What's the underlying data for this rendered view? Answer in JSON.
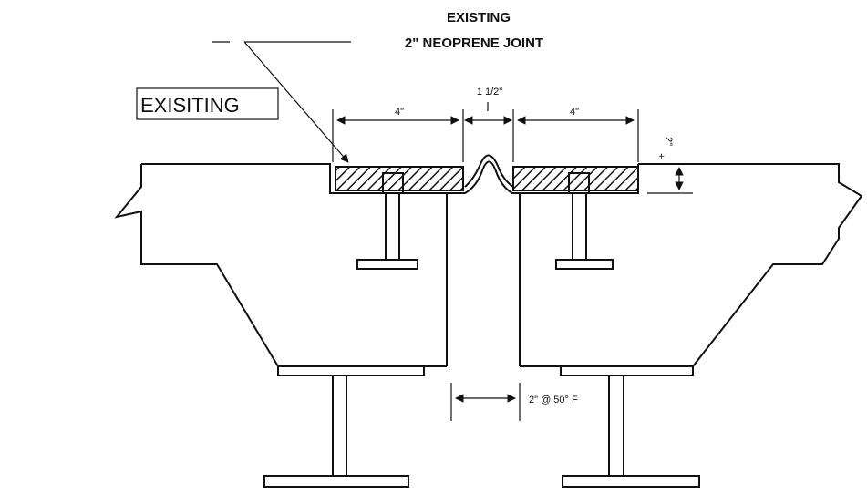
{
  "callout": {
    "line1": "EXISTING",
    "line2": "2\" NEOPRENE JOINT"
  },
  "corner_label": "EXISITING",
  "dimensions": {
    "left_width": "4\"",
    "gap": "1 1/2\"",
    "right_width": "4\"",
    "depth": "2\"",
    "depth_prefix": "+",
    "opening": "2\" @ 50° F"
  },
  "colors": {
    "ink": "#111111",
    "background": "#ffffff"
  }
}
